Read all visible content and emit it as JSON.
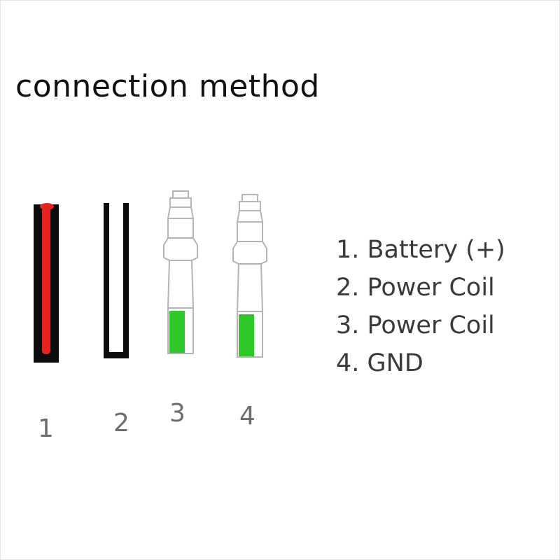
{
  "title": "connection method",
  "connectors": [
    {
      "number": "1",
      "type": "wire",
      "color": "#e8231f"
    },
    {
      "number": "2",
      "type": "wire",
      "color": "#ffffff"
    },
    {
      "number": "3",
      "type": "bullet-terminal",
      "color": "#2ec82a"
    },
    {
      "number": "4",
      "type": "bullet-terminal",
      "color": "#2ec82a"
    }
  ],
  "legend": [
    "1. Battery (+)",
    "2. Power Coil",
    "3. Power Coil",
    "4. GND"
  ]
}
